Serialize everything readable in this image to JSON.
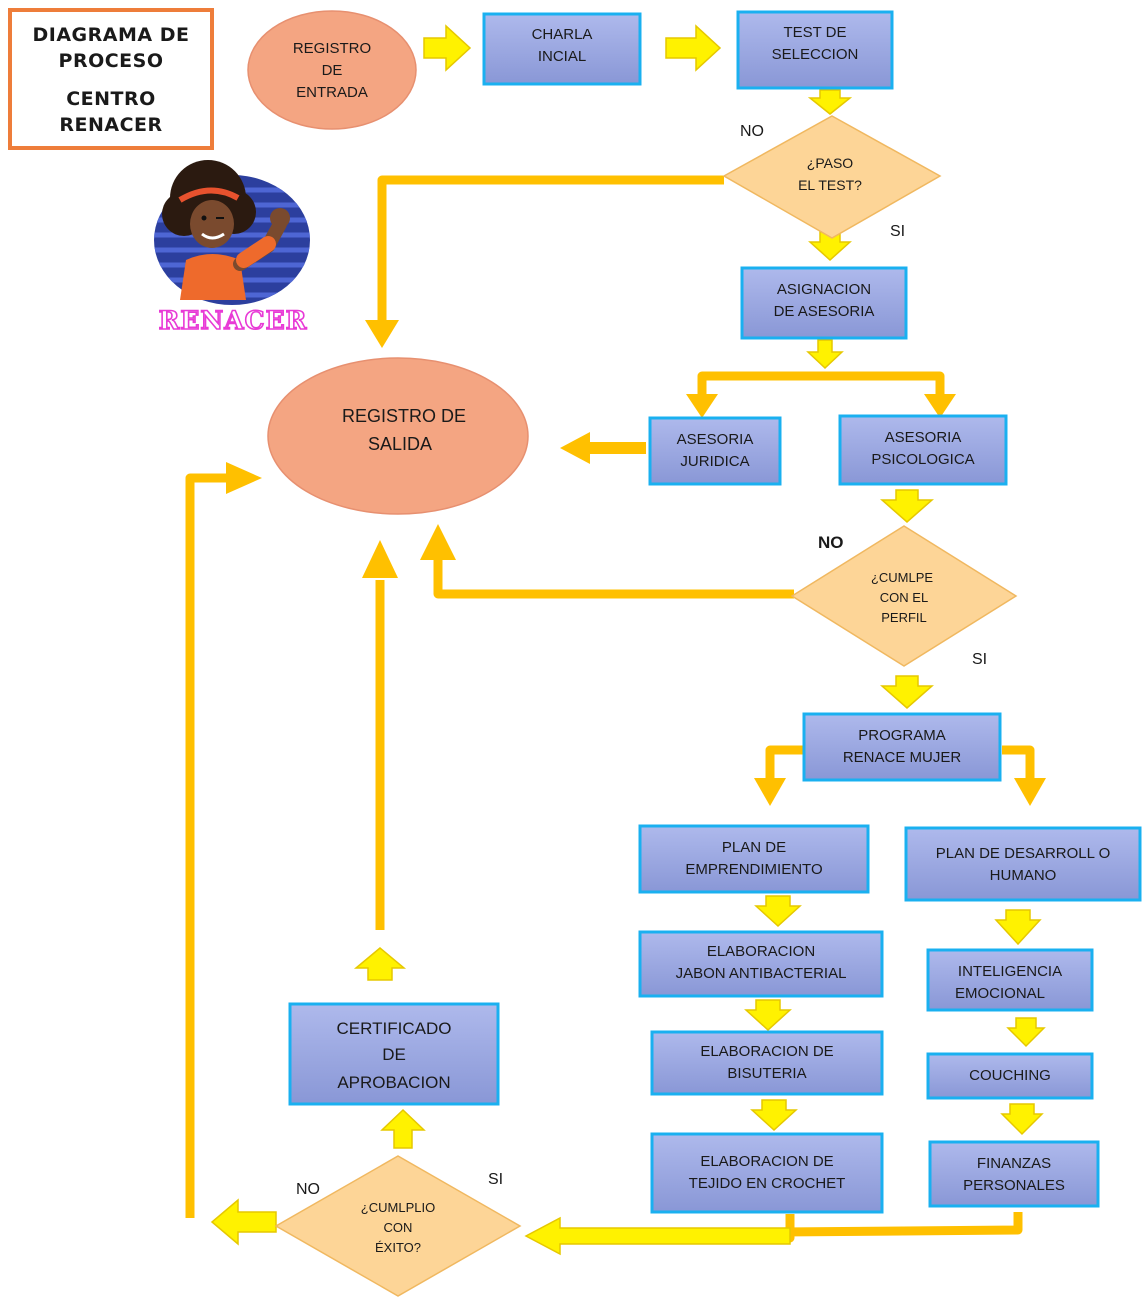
{
  "title": {
    "line1": "DIAGRAMA DE",
    "line2": "PROCESO",
    "line3": "CENTRO",
    "line4": "RENACER"
  },
  "logo": {
    "text": "RENACER"
  },
  "nodes": {
    "registro_entrada": [
      "REGISTRO",
      "DE",
      "ENTRADA"
    ],
    "charla_inicial": [
      "CHARLA",
      "INCIAL"
    ],
    "test_seleccion": [
      "TEST DE",
      "SELECCION"
    ],
    "paso_test": [
      "¿PASO",
      "EL TEST?"
    ],
    "asignacion_asesoria": [
      "ASIGNACION",
      "DE ASESORIA"
    ],
    "registro_salida": [
      "REGISTRO DE",
      "SALIDA"
    ],
    "asesoria_juridica": [
      "ASESORIA",
      "JURIDICA"
    ],
    "asesoria_psicologica": [
      "ASESORIA",
      "PSICOLOGICA"
    ],
    "cumple_perfil": [
      "¿CUMLPE",
      "CON EL",
      "PERFIL"
    ],
    "programa_renace": [
      "PROGRAMA",
      "RENACE MUJER"
    ],
    "plan_emprendimiento": [
      "PLAN DE",
      "EMPRENDIMIENTO"
    ],
    "plan_desarrollo": [
      "PLAN DE DESARROLL O",
      "HUMANO"
    ],
    "jabon": [
      "ELABORACION",
      "JABON ANTIBACTERIAL"
    ],
    "bisuteria": [
      "ELABORACION DE",
      "BISUTERIA"
    ],
    "tejido": [
      "ELABORACION DE",
      "TEJIDO EN CROCHET"
    ],
    "inteligencia": [
      "INTELIGENCIA",
      "EMOCIONAL"
    ],
    "couching": [
      "COUCHING"
    ],
    "finanzas": [
      "FINANZAS",
      "PERSONALES"
    ],
    "certificado": [
      "CERTIFICADO",
      "DE",
      "APROBACION"
    ],
    "cumplio_exito": [
      "¿CUMLPLIO",
      "CON",
      "ÉXITO?"
    ]
  },
  "labels": {
    "no_test": "NO",
    "si_test": "SI",
    "no_perfil": "NO",
    "si_perfil": "SI",
    "no_exito": "NO",
    "si_exito": "SI"
  },
  "colors": {
    "box_fill_top": "#a8b4e8",
    "box_fill_bottom": "#8e9cd8",
    "box_border": "#1ab0f0",
    "ellipse_fill": "#f4a582",
    "diamond_fill": "#fdd597",
    "arrow_yellow": "#fff200",
    "arrow_orange": "#ffc000",
    "title_border": "#ee7d3a"
  }
}
